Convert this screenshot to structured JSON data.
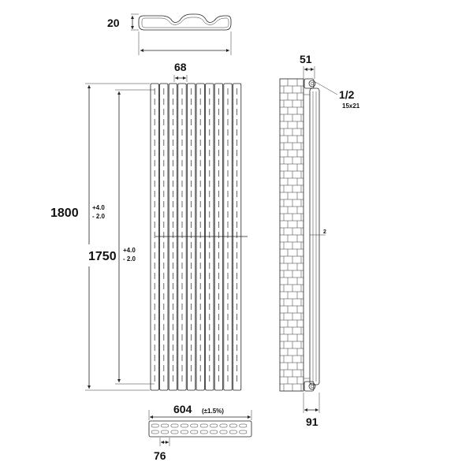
{
  "top_profile": {
    "depth_label": "20"
  },
  "front_view": {
    "column_width_label": "68",
    "overall_height": {
      "value": "1800",
      "tol_plus": "+4.0",
      "tol_minus": "- 2.0"
    },
    "center_height": {
      "value": "1750",
      "tol_plus": "+4.0",
      "tol_minus": "- 2.0"
    },
    "column_count": 10
  },
  "side_view": {
    "wall_gap_label": "51",
    "connection_label": "1/2",
    "connection_sub": "15x21",
    "small_mark": "2",
    "total_depth_label": "91"
  },
  "bottom_view": {
    "width_label": "604",
    "width_tol": "(±1.5%)",
    "pitch_label": "76"
  }
}
